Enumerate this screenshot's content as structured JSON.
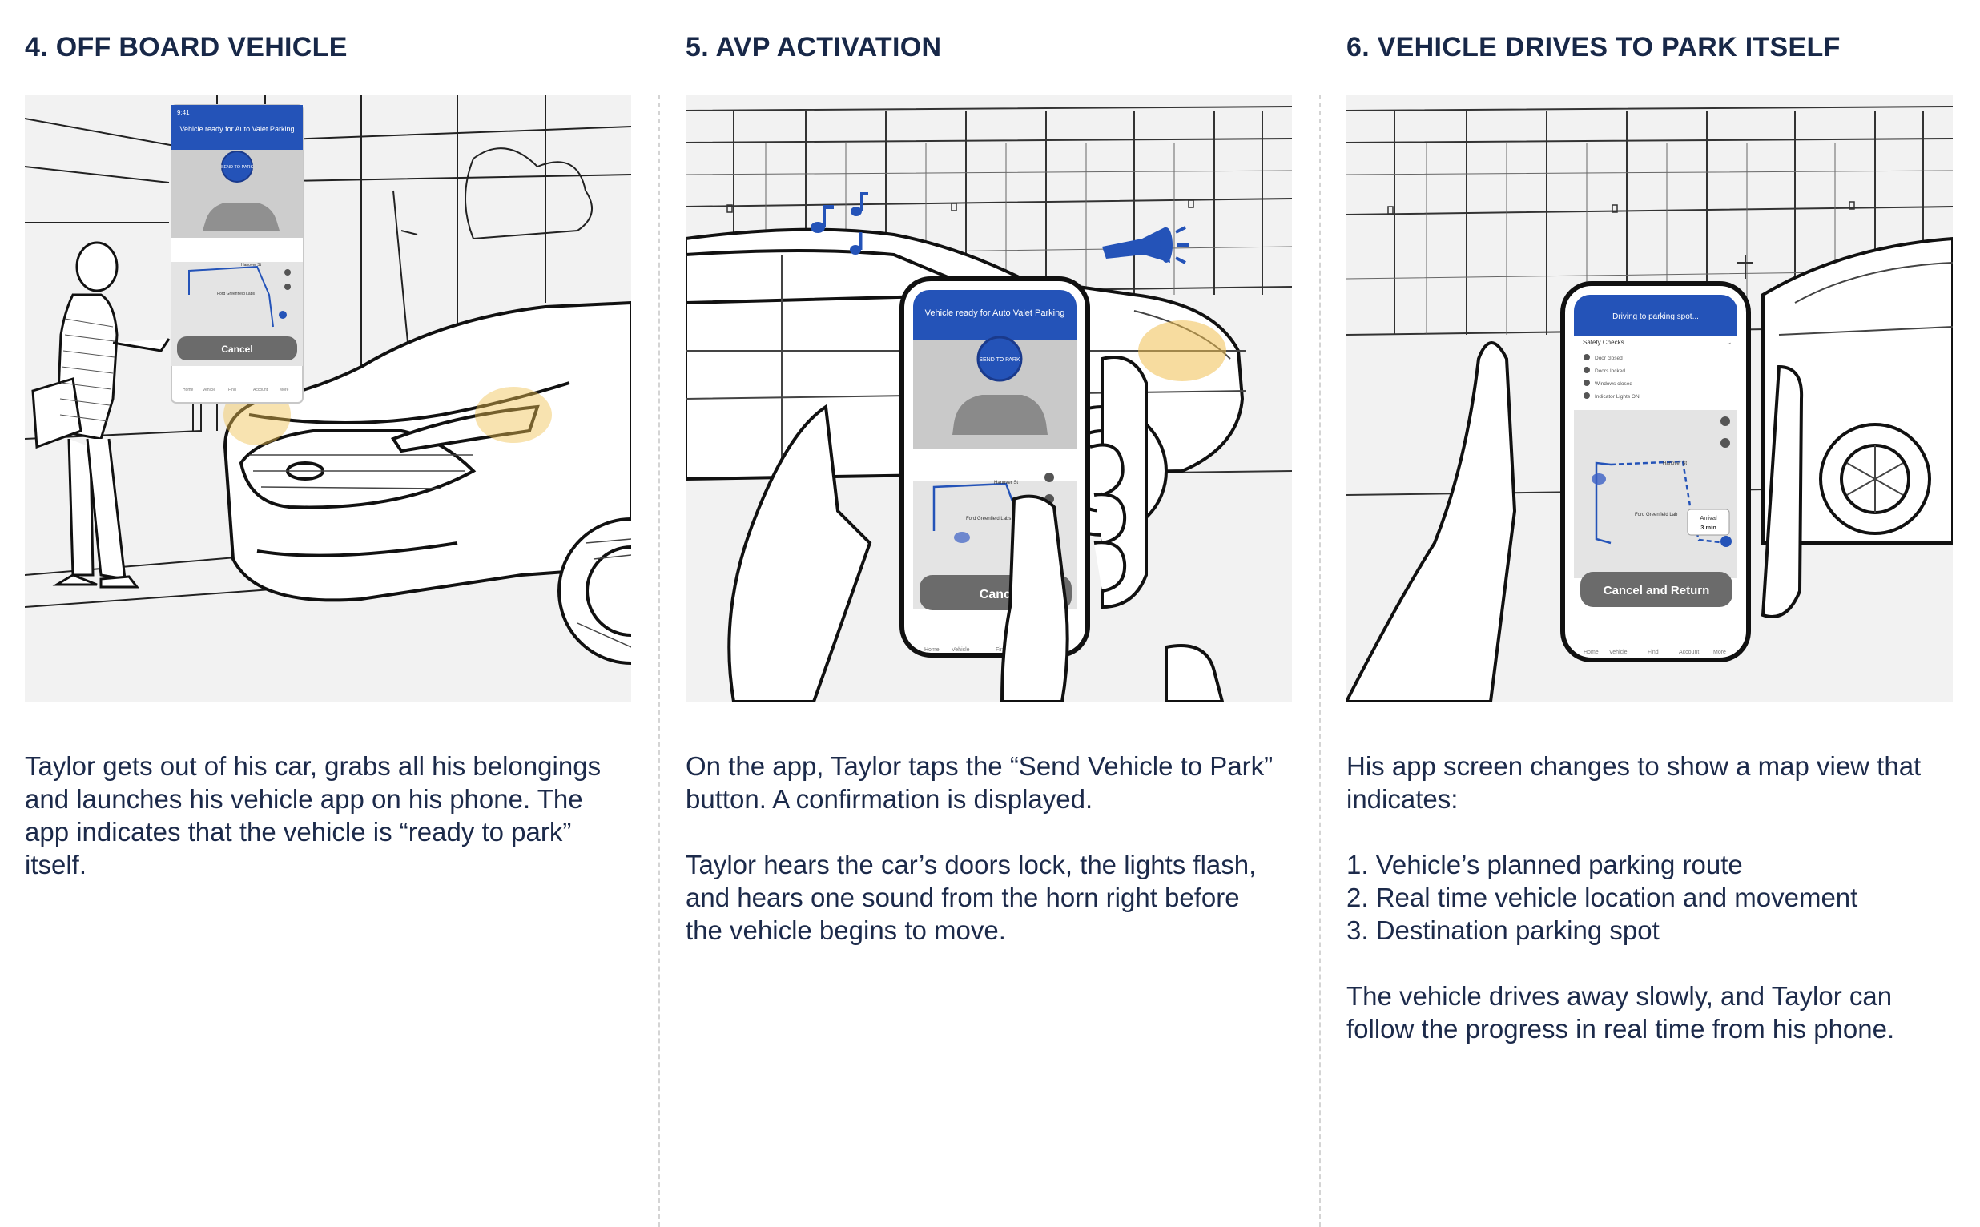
{
  "panels": [
    {
      "title": "4. OFF BOARD VEHICLE",
      "app": {
        "status_time": "9:41",
        "header": "Vehicle ready for Auto Valet Parking",
        "send_button": "SEND TO PARK",
        "cancel_label": "Cancel",
        "map_street": "Hanover St",
        "map_place": "Ford Greenfield Labs",
        "nav": [
          "Home",
          "Vehicle",
          "Find",
          "Account",
          "More"
        ]
      },
      "paragraphs": [
        {
          "lines": [
            "Taylor gets out of his car, grabs all his belongings",
            "and launches his vehicle app on his phone. The",
            "app indicates that the vehicle is “ready to park”",
            "itself."
          ]
        }
      ]
    },
    {
      "title": "5. AVP ACTIVATION",
      "app": {
        "header": "Vehicle ready for Auto Valet Parking",
        "send_button": "SEND TO PARK",
        "cancel_label": "Cancel",
        "map_street": "Hanover St",
        "map_place": "Ford Greenfield Labs",
        "nav": [
          "Home",
          "Vehicle",
          "Find"
        ]
      },
      "paragraphs": [
        {
          "lines": [
            "On the app, Taylor taps the “Send Vehicle to Park”",
            "button. A confirmation is displayed."
          ]
        },
        {
          "lines": [
            "Taylor hears the car’s doors lock, the lights flash,",
            "and hears one sound from the horn right before",
            "the vehicle begins to move."
          ]
        }
      ]
    },
    {
      "title": "6. VEHICLE DRIVES TO PARK ITSELF",
      "app": {
        "header": "Driving to parking spot...",
        "checks_title": "Safety Checks",
        "checks": [
          "Door closed",
          "Doors locked",
          "Windows closed",
          "Indicator Lights ON"
        ],
        "arrival_label": "Arrival",
        "arrival_time": "3 min",
        "cancel_label": "Cancel and Return",
        "map_street": "Hanover St",
        "map_place": "Ford Greenfield Lab",
        "nav": [
          "Home",
          "Vehicle",
          "Find",
          "Account",
          "More"
        ]
      },
      "paragraphs": [
        {
          "lines": [
            "His app screen changes to show a map view that",
            "indicates:"
          ]
        },
        {
          "lines": [
            "1. Vehicle’s planned parking route",
            "2. Real time vehicle location and movement",
            "3. Destination parking spot"
          ]
        },
        {
          "lines": [
            "The vehicle drives away slowly, and Taylor can",
            "follow the progress in real time from his phone."
          ]
        }
      ]
    }
  ],
  "colors": {
    "accent_blue": "#2453b8",
    "headlight": "#f0c050",
    "text_navy": "#1c2a4a",
    "sketch_bg": "#f2f2f2"
  }
}
